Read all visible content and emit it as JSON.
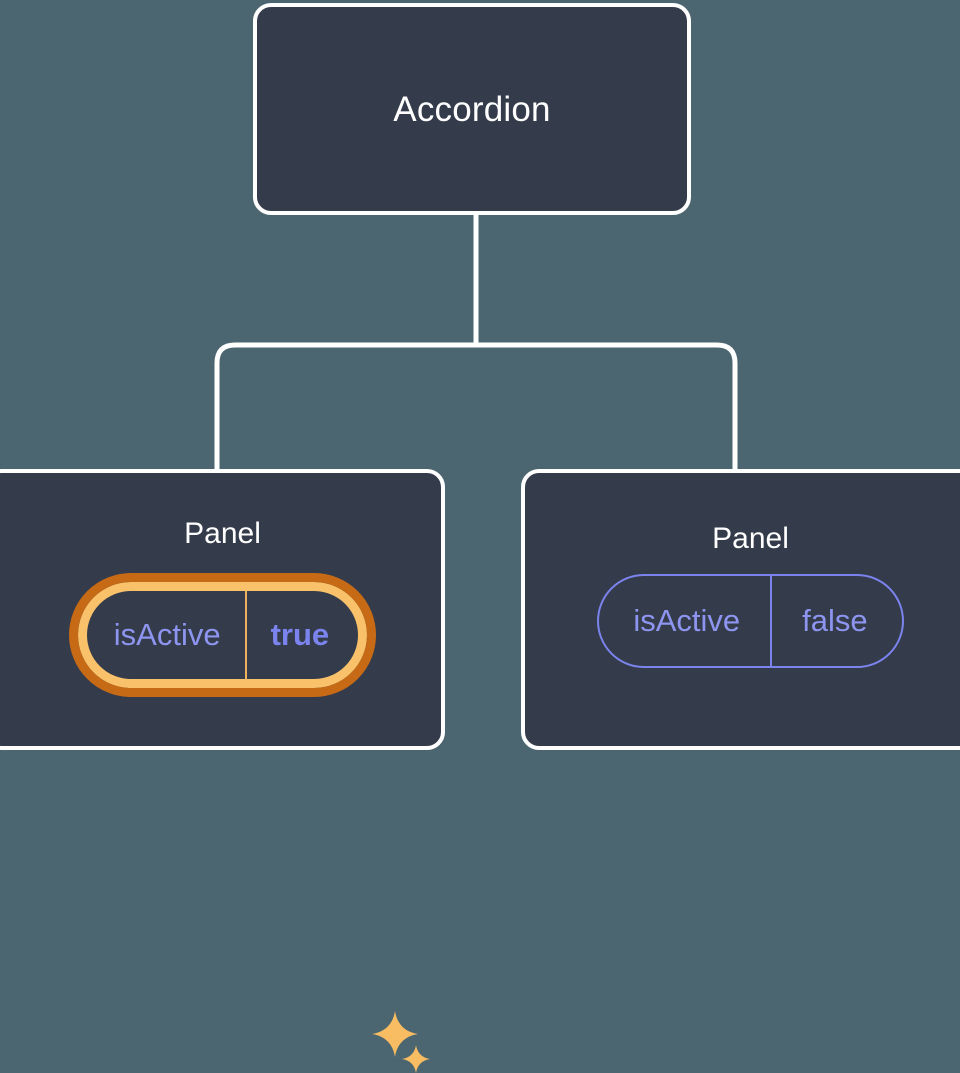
{
  "diagram": {
    "type": "component-tree",
    "background_color": "#4b6670",
    "node_fill_color": "#343b4a",
    "node_border_color": "#ffffff",
    "connector_color": "#ffffff",
    "root": {
      "label": "Accordion"
    },
    "children": [
      {
        "label": "Panel",
        "highlighted": true,
        "prop": {
          "key": "isActive",
          "value": "true",
          "value_bold": true
        },
        "highlight_outer_color": "#c76a16",
        "highlight_inner_color": "#f8c16a",
        "sparkles": [
          "sparkle-large-icon",
          "sparkle-small-icon"
        ]
      },
      {
        "label": "Panel",
        "highlighted": false,
        "prop": {
          "key": "isActive",
          "value": "false",
          "value_bold": false
        },
        "pill_border_color": "#7b84ee",
        "pill_text_color": "#8d95f0"
      }
    ]
  }
}
